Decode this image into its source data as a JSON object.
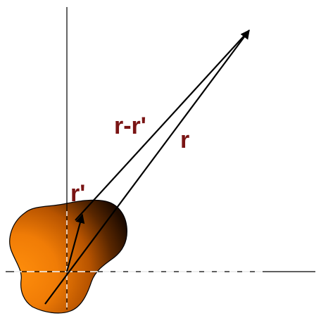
{
  "diagram": {
    "labels": {
      "r": "r",
      "r_prime": "r'",
      "r_minus_r_prime": "r-r'"
    },
    "colors": {
      "label": "#7a1414",
      "axis": "#000000",
      "vector": "#000000",
      "dash": "#ffffff",
      "body_light": "#ff8c0a",
      "body_mid": "#d96a00",
      "body_dark": "#2a1100"
    }
  }
}
